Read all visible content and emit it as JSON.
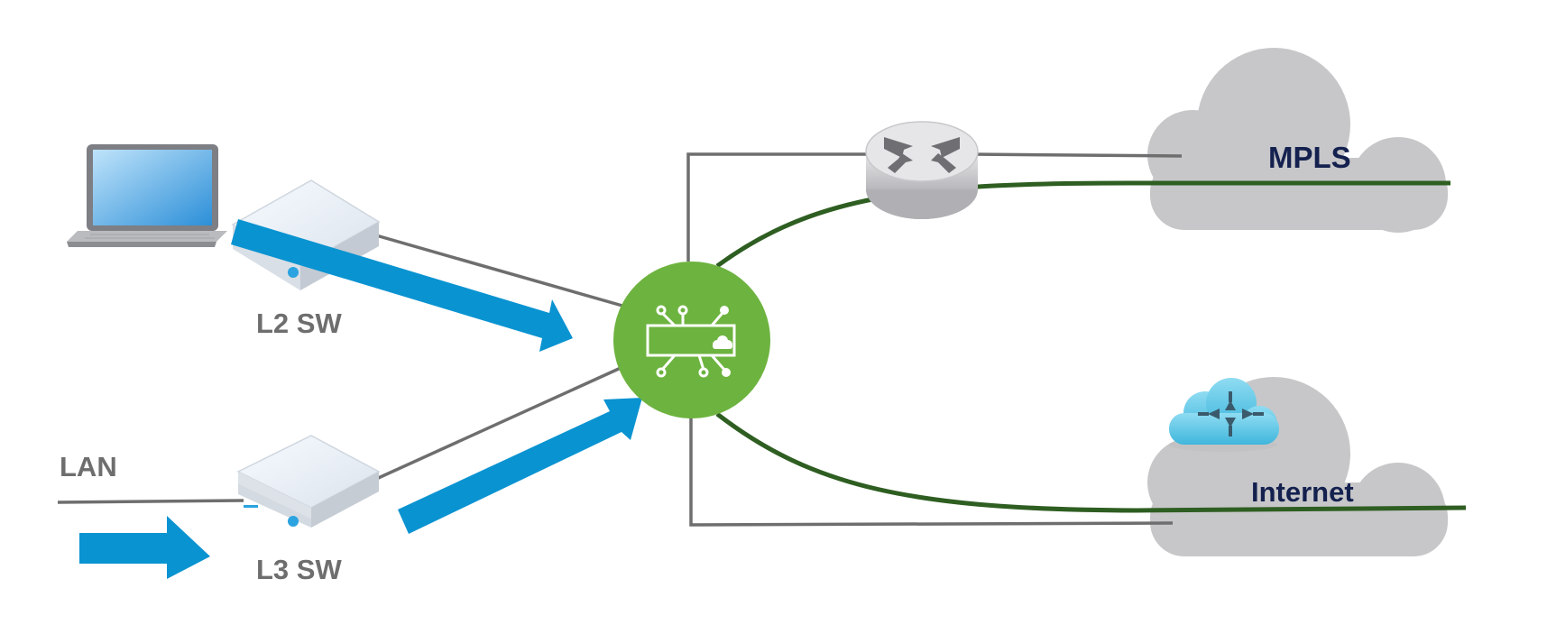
{
  "labels": {
    "l2_switch": "L2 SW",
    "l3_switch": "L3 SW",
    "lan": "LAN",
    "mpls": "MPLS",
    "internet": "Internet"
  },
  "colors": {
    "flow_arrow": "#0A93D1",
    "sdwan_device": "#6DB33F",
    "overlay_tunnel": "#2E5E21",
    "physical_link": "#6E6E6E",
    "cloud": "#C7C7C9",
    "cloud_label": "#14214F",
    "device_label": "#6E6E6E",
    "internet_gateway": "#5CC8E6"
  },
  "icons": {
    "laptop": "laptop-icon",
    "l2_switch": "l2-switch-icon",
    "l3_switch": "l3-switch-icon",
    "router": "router-icon",
    "sdwan_edge": "sdwan-edge-icon",
    "mpls_cloud": "mpls-cloud-icon",
    "internet_cloud": "internet-cloud-icon",
    "cloud_gateway": "cloud-gateway-icon"
  }
}
